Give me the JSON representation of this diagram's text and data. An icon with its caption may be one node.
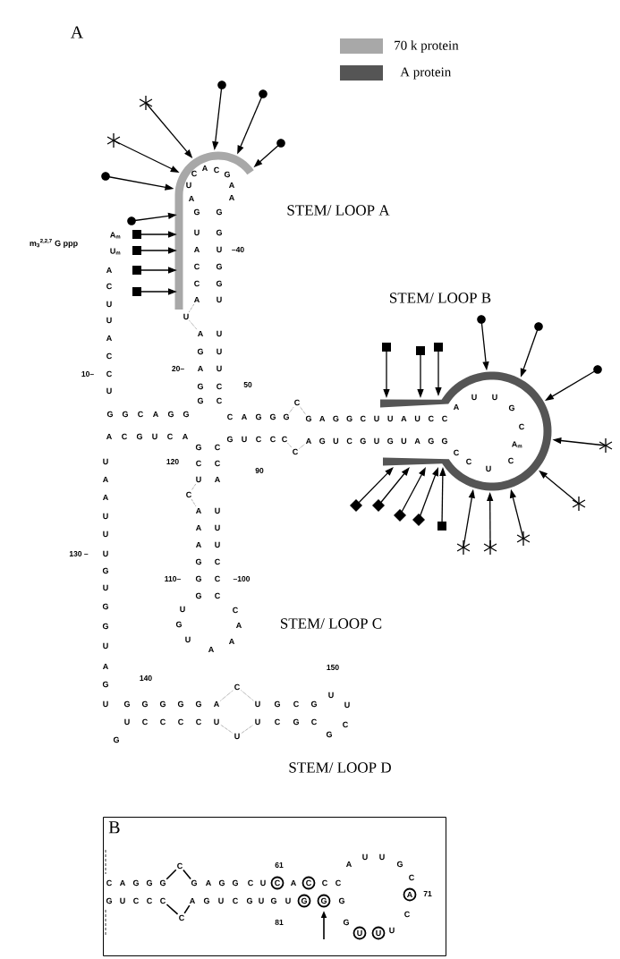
{
  "diagram": {
    "nodes": [
      {
        "text": [
          "B"
        ]
      },
      {
        "text": [
          "C"
        ],
        "in": 0
      },
      {
        "text": [
          "C"
        ],
        "in": 0
      },
      {
        "text": [
          "A"
        ],
        "in": 0
      },
      {
        "text": [
          "G"
        ],
        "in": 0
      },
      {
        "text": [
          "G"
        ],
        "in": 0
      },
      {
        "text": [
          "U"
        ],
        "in": 0
      },
      {
        "text": [
          "U"
        ],
        "in": 0
      }
    ],
    "labels": [
      "A",
      "STEM/ LOOP A",
      "U",
      "C",
      "A",
      "C",
      "G",
      "A",
      "A",
      "m$_{3}$$^{2,2,7}$ G ppp",
      "A$_{m}$",
      "U$_{m}$",
      "A",
      "G",
      "U",
      "A",
      "C",
      "C",
      "A",
      "G",
      "G",
      "U",
      "–40",
      "G",
      "G",
      "U",
      "U",
      "A",
      "C",
      "U",
      "U",
      "A",
      "C",
      "10–",
      "C",
      "U",
      "A",
      "G",
      "20–",
      "A",
      "G",
      "G",
      "U",
      "U",
      "U",
      "C",
      "C",
      "50",
      "G",
      "G",
      "C",
      "A",
      "G",
      "G",
      "C",
      "A",
      "G",
      "G",
      "G",
      "C",
      "G",
      "A",
      "G",
      "G",
      "C",
      "U",
      "U",
      "A",
      "U",
      "C",
      "C",
      "STEM/ LOOP B",
      "A",
      "U",
      "U",
      "G",
      "C",
      "A$_{m}$",
      "C",
      "U",
      "C",
      "C",
      "A",
      "C",
      "G",
      "U",
      "C",
      "A",
      "G",
      "U",
      "C",
      "C",
      "C",
      "C",
      "A",
      "G",
      "U",
      "C",
      "G",
      "U",
      "G",
      "U",
      "A",
      "G",
      "G",
      "120",
      "90",
      "G",
      "C",
      "U",
      "C",
      "A",
      "A",
      "A",
      "G",
      "110–",
      "G",
      "G",
      "C",
      "C",
      "A",
      "U",
      "U",
      "U",
      "C",
      "C",
      "–100",
      "C",
      "U",
      "G",
      "U",
      "A",
      "A",
      "A",
      "C",
      "STEM/ LOOP C",
      "U",
      "A",
      "A",
      "U",
      "U",
      "130 –",
      "U",
      "G",
      "U",
      "G",
      "G",
      "U",
      "A",
      "G",
      "U",
      "G",
      "G",
      "G",
      "G",
      "G",
      "A",
      "140",
      "C",
      "U",
      "G",
      "C",
      "G",
      "150",
      "U",
      "U",
      "C",
      "G",
      "G",
      "U",
      "C",
      "C",
      "C",
      "C",
      "U",
      "U",
      "U",
      "C",
      "G",
      "C",
      "STEM/ LOOP D",
      "C",
      "A",
      "G",
      "G",
      "G",
      "C",
      "G",
      "A",
      "G",
      "G",
      "C",
      "U",
      "61",
      "A",
      "C",
      "C",
      "A",
      "U",
      "U",
      "G",
      "C",
      "71",
      "C",
      "U",
      "G",
      "G",
      "U",
      "C",
      "C",
      "C",
      "C",
      "A",
      "G",
      "U",
      "C",
      "G",
      "U",
      "G",
      "U",
      "G",
      "81"
    ],
    "legend": [
      {
        "text": "70 k protein",
        "color": "#a8a8a8"
      },
      {
        "text": "A protein",
        "color": "#555555"
      }
    ]
  }
}
